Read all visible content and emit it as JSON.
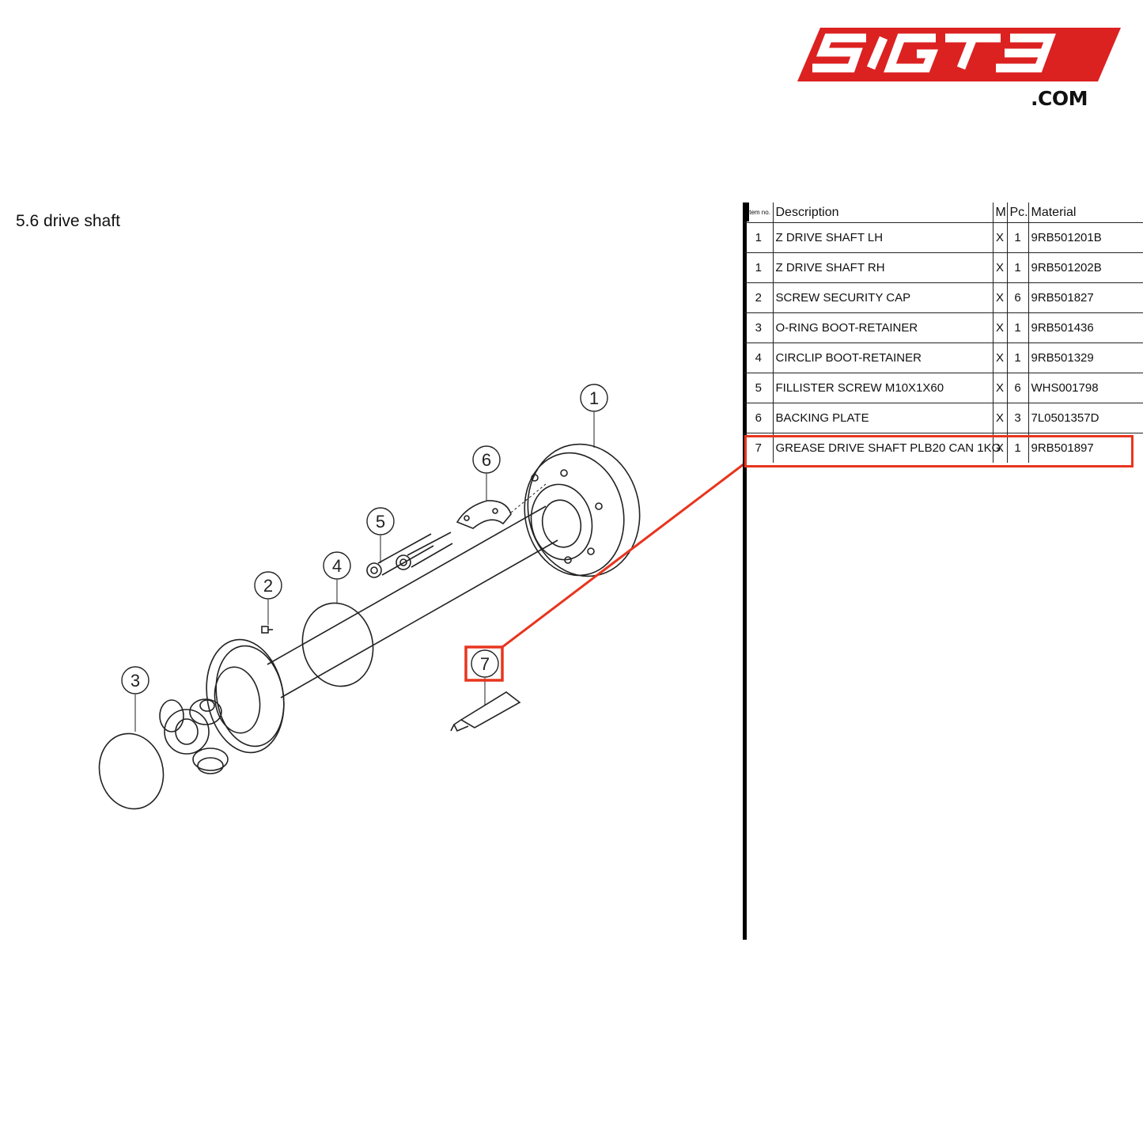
{
  "brand": {
    "logo_text": "SIGT3",
    "domain": ".COM",
    "color": "#dc2121"
  },
  "section_title": "5.6  drive shaft",
  "callouts": [
    "1",
    "2",
    "3",
    "4",
    "5",
    "6",
    "7"
  ],
  "highlight": {
    "item": "7",
    "color": "#e8351e"
  },
  "table": {
    "headers": {
      "item": "Item no.",
      "description": "Description",
      "m": "M",
      "pc": "Pc.",
      "material": "Material"
    },
    "rows": [
      {
        "item": "1",
        "description": "Z DRIVE SHAFT LH",
        "m": "X",
        "pc": "1",
        "material": "9RB501201B"
      },
      {
        "item": "1",
        "description": "Z DRIVE SHAFT RH",
        "m": "X",
        "pc": "1",
        "material": "9RB501202B"
      },
      {
        "item": "2",
        "description": "SCREW SECURITY CAP",
        "m": "X",
        "pc": "6",
        "material": "9RB501827"
      },
      {
        "item": "3",
        "description": "O-RING BOOT-RETAINER",
        "m": "X",
        "pc": "1",
        "material": "9RB501436"
      },
      {
        "item": "4",
        "description": "CIRCLIP BOOT-RETAINER",
        "m": "X",
        "pc": "1",
        "material": "9RB501329"
      },
      {
        "item": "5",
        "description": "FILLISTER SCREW M10X1X60",
        "m": "X",
        "pc": "6",
        "material": "WHS001798"
      },
      {
        "item": "6",
        "description": "BACKING PLATE",
        "m": "X",
        "pc": "3",
        "material": "7L0501357D"
      },
      {
        "item": "7",
        "description": "GREASE DRIVE SHAFT PLB20 CAN 1KG",
        "m": "X",
        "pc": "1",
        "material": "9RB501897"
      }
    ]
  }
}
